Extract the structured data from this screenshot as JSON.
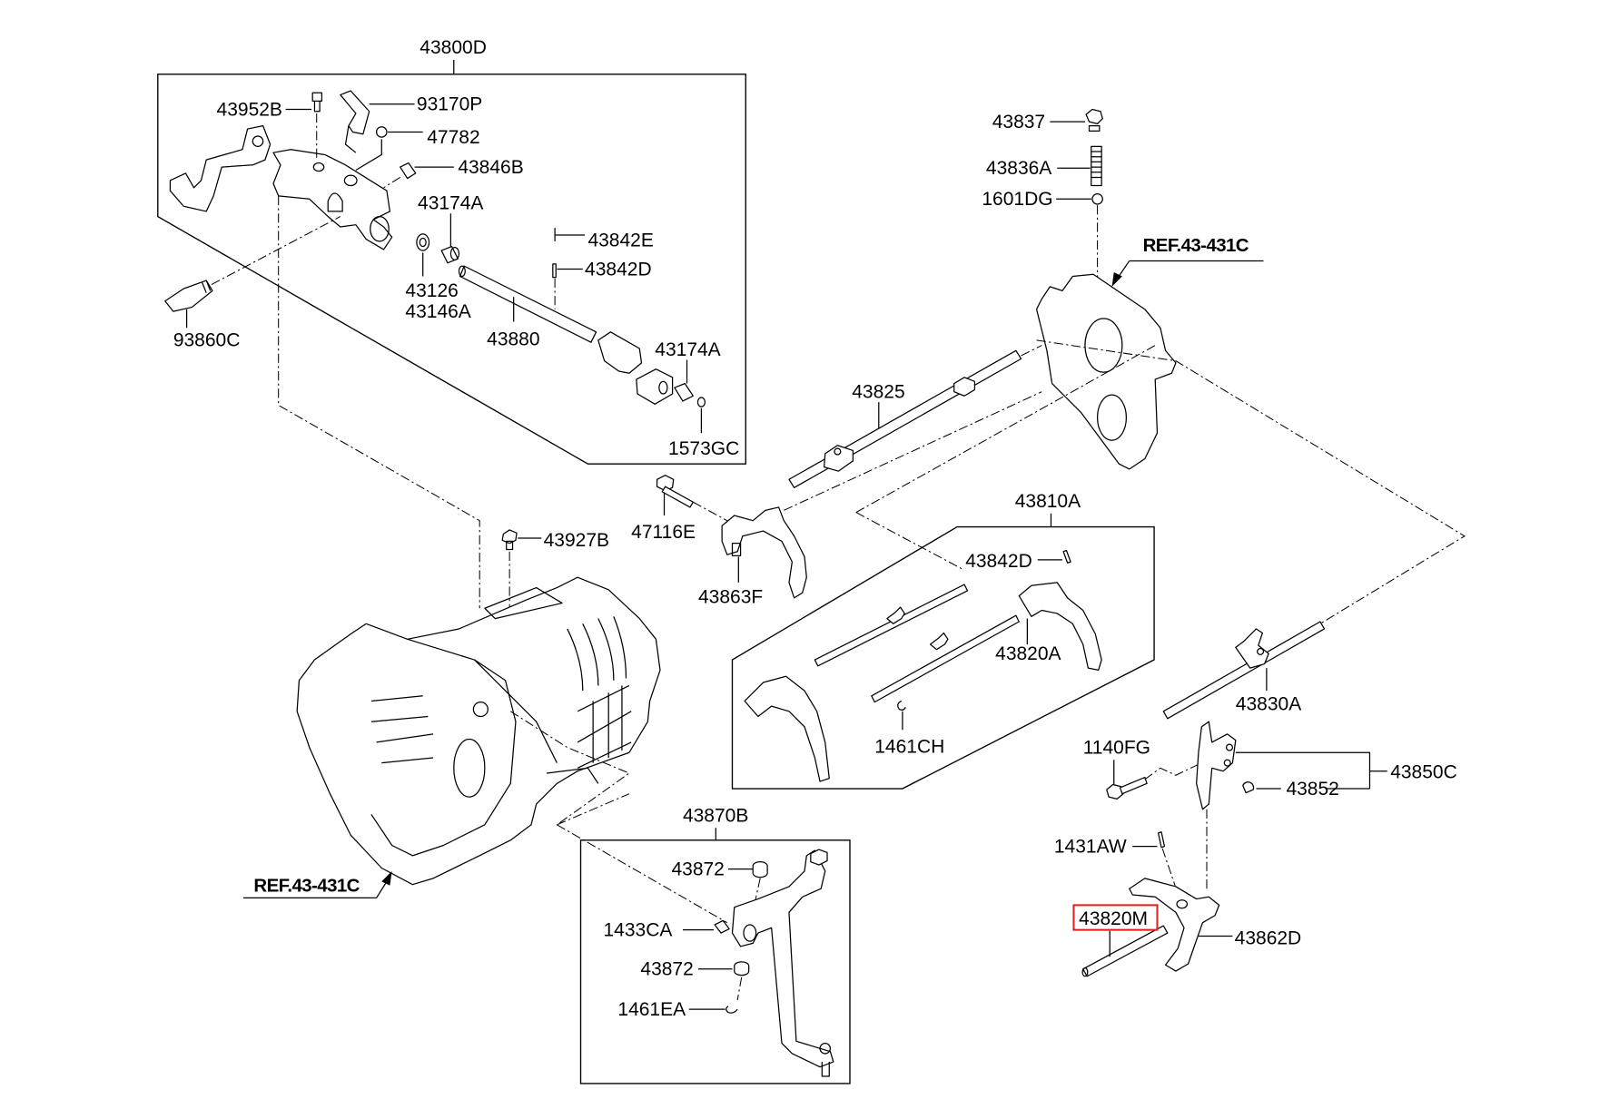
{
  "diagram": {
    "title": "Manual transmission gear shift control parts diagram",
    "highlight_color": "#e02020",
    "highlighted_part": "43820M",
    "callouts": {
      "p43800D": "43800D",
      "p43952B": "43952B",
      "p93170P": "93170P",
      "p47782": "47782",
      "p43846B": "43846B",
      "p43174A_top": "43174A",
      "p43842E": "43842E",
      "p43842D_top": "43842D",
      "p43126": "43126",
      "p43146A": "43146A",
      "p43880": "43880",
      "p93860C": "93860C",
      "p43174A_bottom": "43174A",
      "p1573GC": "1573GC",
      "p43837": "43837",
      "p43836A": "43836A",
      "p1601DG": "1601DG",
      "ref_top": "REF.43-431C",
      "p43825": "43825",
      "p47116E": "47116E",
      "p43863F": "43863F",
      "p43927B": "43927B",
      "p43810A": "43810A",
      "p43842D_box": "43842D",
      "p43820A": "43820A",
      "p1461CH": "1461CH",
      "p43830A": "43830A",
      "p1140FG": "1140FG",
      "p43850C": "43850C",
      "p43852": "43852",
      "p1431AW": "1431AW",
      "p43820M": "43820M",
      "p43862D": "43862D",
      "ref_bottom": "REF.43-431C",
      "p43870B": "43870B",
      "p43872_top": "43872",
      "p1433CA": "1433CA",
      "p43872_bottom": "43872",
      "p1461EA": "1461EA"
    }
  }
}
